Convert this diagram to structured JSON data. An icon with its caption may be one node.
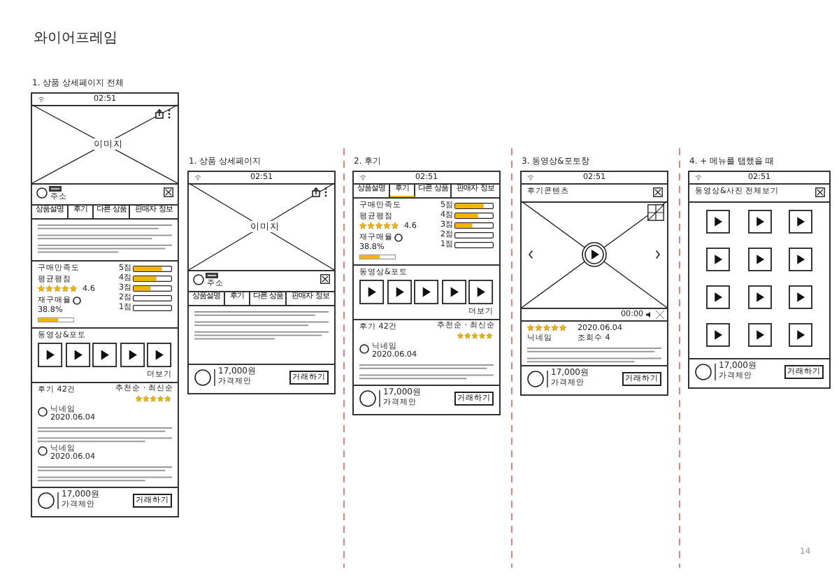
{
  "diagram": {
    "title": "와이어프레임",
    "nodes": [
      {
        "text": [
          "1. 상품 상세페이지 전체",
          "02:51",
          "이미지",
          "주소",
          "상품설명",
          "후기",
          "다른 상품",
          "판매자 정보",
          "구매만족도",
          "평균평점",
          "4.6",
          "5점",
          "4점",
          "3점",
          "2점",
          "1점",
          "재구매율",
          "38.8%",
          "동영상&포토",
          "더보기",
          "후기 42건",
          "추천순 · 최신순",
          "닉네임",
          "2020.06.04",
          "닉네임",
          "2020.06.04",
          "17,000원",
          "가격제안",
          "거래하기"
        ]
      },
      {
        "text": [
          "1. 상품 상세페이지",
          "02:51",
          "이미지",
          "주소",
          "상품설명",
          "후기",
          "다른 상품",
          "판매자 정보",
          "17,000원",
          "가격제안",
          "거래하기"
        ]
      },
      {
        "text": [
          "2. 후기",
          "02:51",
          "상품설명",
          "후기",
          "다른 상품",
          "판매자 정보",
          "구매만족도",
          "평균평점",
          "4.6",
          "5점",
          "4점",
          "3점",
          "2점",
          "1점",
          "재구매율",
          "38.8%",
          "동영상&포토",
          "더보기",
          "후기 42건",
          "추천순 · 최신순",
          "닉네임",
          "2020.06.04",
          "17,000원",
          "가격제안",
          "거래하기"
        ]
      },
      {
        "text": [
          "3. 동영상&포토창",
          "02:51",
          "후기콘텐츠",
          "00:00",
          "2020.06.04",
          "닉네임",
          "조회수 4",
          "17,000원",
          "가격제안",
          "거래하기"
        ]
      },
      {
        "text": [
          "4. + 메뉴를 탭했을 때",
          "02:51",
          "동영상&사진 전체보기",
          "17,000원",
          "가격제안",
          "거래하기"
        ]
      }
    ],
    "labels": [
      "14"
    ]
  }
}
